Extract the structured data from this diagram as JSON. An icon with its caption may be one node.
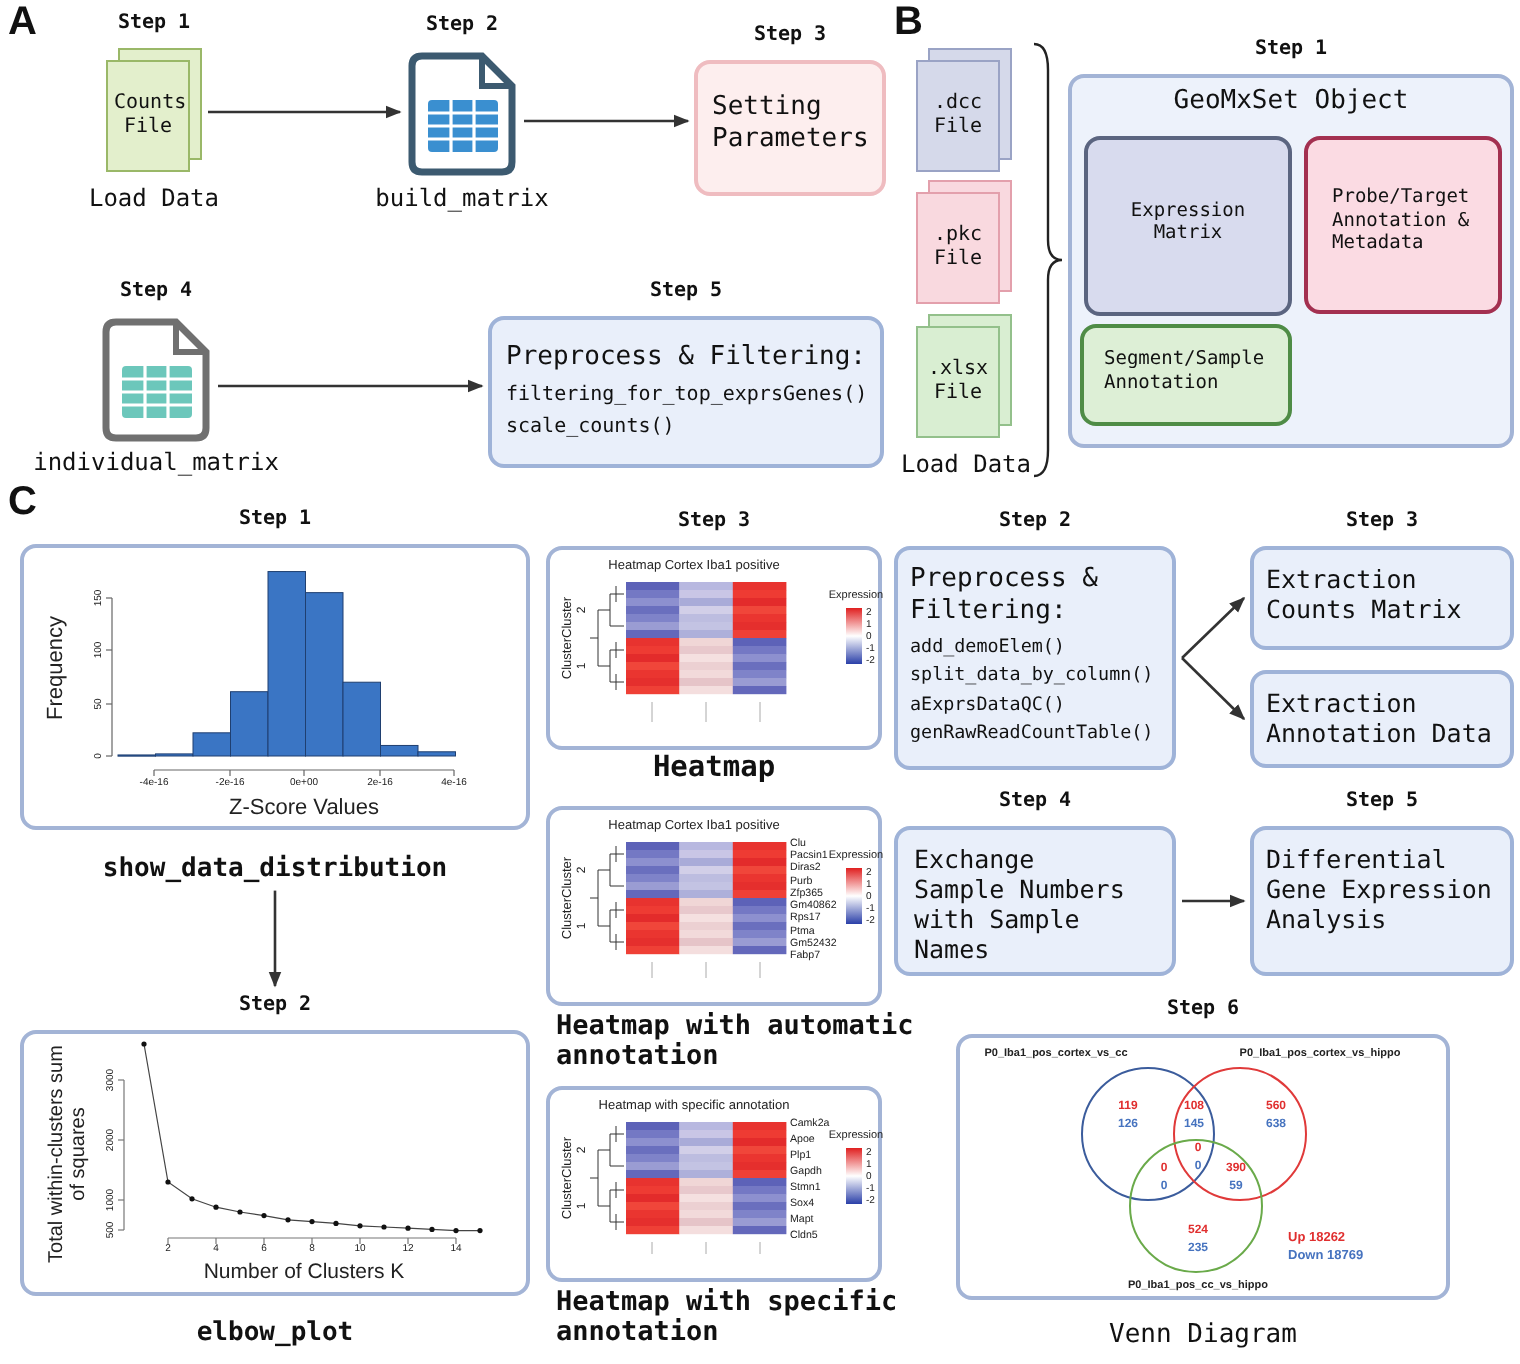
{
  "diagram": {
    "nodes": [
      {
        "text": [
          "Counts File"
        ],
        "beside": [
          "Step 1",
          "Load Data"
        ]
      },
      {
        "text": [],
        "shape": "document",
        "beside": [
          "Step 2",
          "build_matrix"
        ]
      },
      {
        "text": [
          "Setting Parameters"
        ],
        "beside": [
          "Step 3"
        ]
      },
      {
        "text": [],
        "shape": "document",
        "beside": [
          "Step 4",
          "individual_matrix"
        ]
      },
      {
        "text": [
          "Preprocess & Filtering:",
          "filtering_for_top_exprsGenes()",
          "scale_counts()"
        ],
        "beside": [
          "Step 5"
        ]
      },
      {
        "text": [
          ".dcc File"
        ]
      },
      {
        "text": [
          ".pkc File"
        ]
      },
      {
        "text": [
          ".xlsx File"
        ]
      },
      {
        "text": [
          "GeoMxSet Object"
        ],
        "beside": [
          "Step 1"
        ]
      },
      {
        "text": [
          "Expression Matrix"
        ],
        "in": 8
      },
      {
        "text": [
          "Probe/Target Annotation & Metadata"
        ],
        "in": 8
      },
      {
        "text": [
          "Segment/Sample Annotation"
        ],
        "in": 8
      },
      {
        "text": [
          "Frequency",
          "Z-Score Values",
          "0",
          "50",
          "100",
          "150",
          "-4e-16",
          "-2e-16",
          "0e+00",
          "2e-16",
          "4e-16"
        ],
        "beside": [
          "Step 1",
          "show_data_distribution"
        ]
      },
      {
        "text": [
          "Heatmap Cortex Iba1 positive",
          "ClusterCluster",
          "2",
          "1",
          "Expression",
          "2",
          "1",
          "0",
          "-1",
          "-2"
        ],
        "beside": [
          "Step 3",
          "Heatmap"
        ]
      },
      {
        "text": [
          "Preprocess & Filtering:",
          "add_demoElem()",
          "split_data_by_column()",
          "aExprsDataQC()",
          "genRawReadCountTable()"
        ],
        "beside": [
          "Step 2"
        ]
      },
      {
        "text": [
          "Extraction Counts Matrix"
        ],
        "beside": [
          "Step 3"
        ]
      },
      {
        "text": [
          "Extraction Annotation Data"
        ]
      },
      {
        "text": [
          "Heatmap Cortex Iba1 positive",
          "ClusterCluster",
          "2",
          "1",
          "Expression",
          "2",
          "1",
          "0",
          "-1",
          "-2",
          "Clu",
          "Pacsin1",
          "Diras2",
          "Purb",
          "Zfp365",
          "Gm40862",
          "Rps17",
          "Ptma",
          "Gm52432",
          "Fabp7"
        ],
        "beside": [
          "Heatmap with automatic annotation"
        ]
      },
      {
        "text": [
          "Exchange Sample Numbers with Sample Names"
        ],
        "beside": [
          "Step 4"
        ]
      },
      {
        "text": [
          "Differential Gene Expression Analysis"
        ],
        "beside": [
          "Step 5"
        ]
      },
      {
        "text": [
          "Total within-clusters sum of squares",
          "Number of Clusters K",
          "500",
          "1000",
          "2000",
          "3000",
          "2",
          "4",
          "6",
          "8",
          "10",
          "12",
          "14"
        ],
        "beside": [
          "Step 2",
          "elbow_plot"
        ]
      },
      {
        "text": [
          "Heatmap with specific annotation",
          "ClusterCluster",
          "2",
          "1",
          "Expression",
          "2",
          "1",
          "0",
          "-1",
          "-2",
          "Camk2a",
          "Apoe",
          "Plp1",
          "Gapdh",
          "Stmn1",
          "Sox4",
          "Mapt",
          "Cldn5"
        ],
        "beside": [
          "Heatmap with specific annotation"
        ]
      },
      {
        "text": [
          "P0_Iba1_pos_cortex_vs_cc",
          "P0_Iba1_pos_cortex_vs_hippo",
          "119",
          "126",
          "108",
          "145",
          "560",
          "638",
          "0",
          "0",
          "0",
          "0",
          "390",
          "59",
          "524",
          "235",
          "Up 18262",
          "Down 18769",
          "P0_Iba1_pos_cc_vs_hippo"
        ],
        "beside": [
          "Step 6",
          "Venn Diagram"
        ]
      }
    ],
    "edges": [
      {
        "from": 0,
        "to": 1,
        "arrow": "to"
      },
      {
        "from": 1,
        "to": 2,
        "arrow": "to"
      },
      {
        "from": 3,
        "to": 4,
        "arrow": "to"
      },
      {
        "from": 12,
        "to": 20,
        "arrow": "to"
      },
      {
        "from": 14,
        "to": 15,
        "arrow": "to"
      },
      {
        "from": 14,
        "to": 16,
        "arrow": "to"
      },
      {
        "from": 18,
        "to": 19,
        "arrow": "to"
      }
    ],
    "labels": [
      "A",
      "B",
      "C",
      "Load Data"
    ]
  }
}
